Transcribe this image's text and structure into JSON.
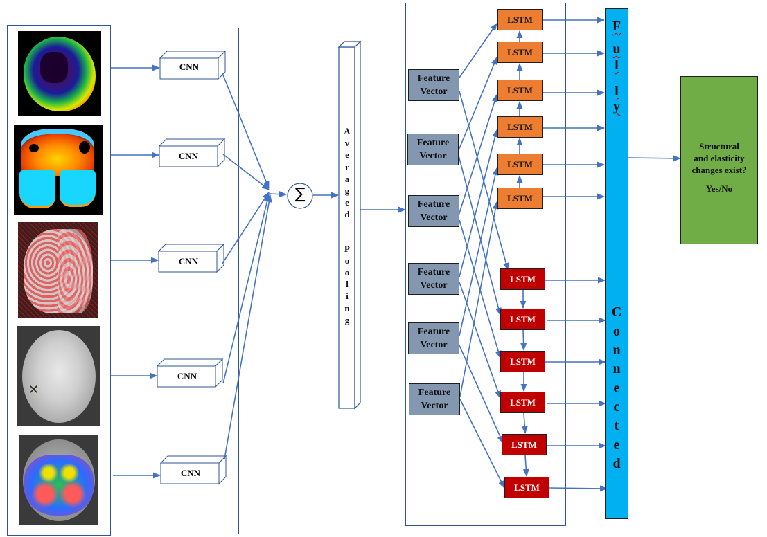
{
  "diagram": {
    "title": "",
    "input_images": [
      {
        "name": "brain-scan-rainbow-elastogram",
        "description": "rainbow colormap brain map"
      },
      {
        "name": "brain-scan-orange-blue-map",
        "description": "orange/blue colormap brain map"
      },
      {
        "name": "brain-scan-red-wave-image",
        "description": "red wave-pattern MRE image"
      },
      {
        "name": "brain-scan-grayscale-mri",
        "description": "grayscale MRI slice with x marker"
      },
      {
        "name": "brain-scan-overlay-heatmap",
        "description": "heatmap overlay on grayscale MRI"
      }
    ],
    "cnn_blocks": [
      {
        "label": "CNN"
      },
      {
        "label": "CNN"
      },
      {
        "label": "CNN"
      },
      {
        "label": "CNN"
      },
      {
        "label": "CNN"
      }
    ],
    "sum_symbol": "∑",
    "pooling": {
      "letters": [
        "A",
        "v",
        "e",
        "r",
        "a",
        "g",
        "e",
        "d",
        "",
        "P",
        "o",
        "o",
        "l",
        "i",
        "n",
        "g"
      ],
      "label": "Averaged Pooling"
    },
    "feature_vectors": [
      {
        "line1": "Feature",
        "line2": "Vector"
      },
      {
        "line1": "Feature",
        "line2": "Vector"
      },
      {
        "line1": "Feature",
        "line2": "Vector"
      },
      {
        "line1": "Feature",
        "line2": "Vector"
      },
      {
        "line1": "Feature",
        "line2": "Vector"
      },
      {
        "line1": "Feature",
        "line2": "Vector"
      }
    ],
    "lstm_forward": [
      {
        "label": "LSTM"
      },
      {
        "label": "LSTM"
      },
      {
        "label": "LSTM"
      },
      {
        "label": "LSTM"
      },
      {
        "label": "LSTM"
      },
      {
        "label": "LSTM"
      }
    ],
    "lstm_backward": [
      {
        "label": "LSTM"
      },
      {
        "label": "LSTM"
      },
      {
        "label": "LSTM"
      },
      {
        "label": "LSTM"
      },
      {
        "label": "LSTM"
      },
      {
        "label": "LSTM"
      }
    ],
    "fully_connected": {
      "top_letters": [
        "F",
        "u",
        "l",
        "l",
        "y"
      ],
      "bottom_letters": [
        "C",
        "o",
        "n",
        "n",
        "e",
        "c",
        "t",
        "e",
        "d"
      ],
      "label": "Fully Connected"
    },
    "output": {
      "line1": "Structural",
      "line2": "and elasticity",
      "line3": "changes exist?",
      "answer": "Yes/No"
    },
    "colors": {
      "frame": "#2f5597",
      "arrow": "#4472c4",
      "feature_vector": "#8497b0",
      "lstm_forward": "#ed7d31",
      "lstm_backward": "#c00000",
      "fully_connected": "#00b0f0",
      "output": "#70ad47"
    }
  }
}
